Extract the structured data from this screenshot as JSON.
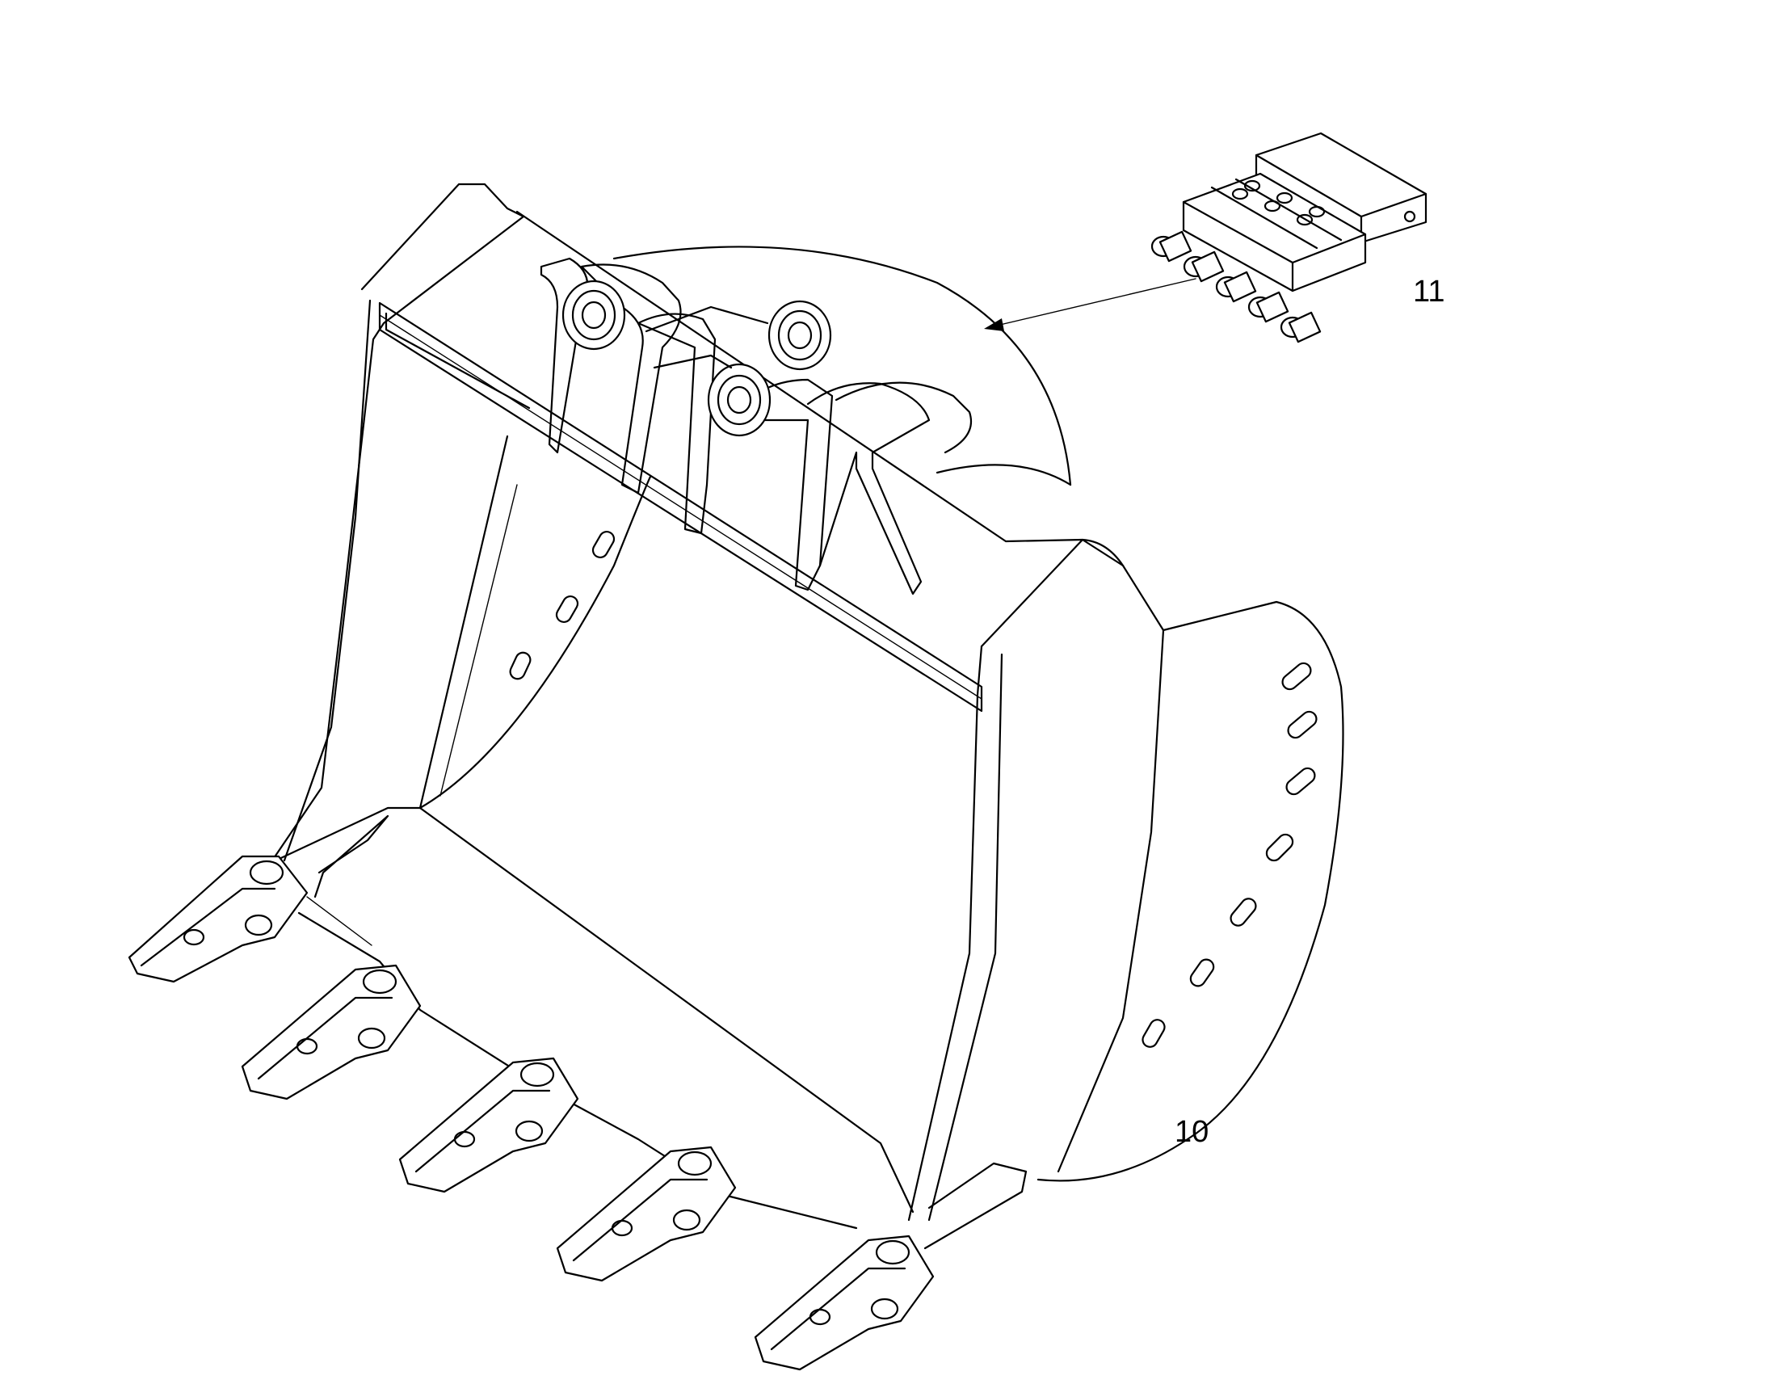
{
  "callouts": [
    {
      "id": "bucket",
      "label": "10"
    },
    {
      "id": "lube-block",
      "label": "11"
    }
  ],
  "colors": {
    "line": "#000000",
    "background": "#ffffff"
  }
}
